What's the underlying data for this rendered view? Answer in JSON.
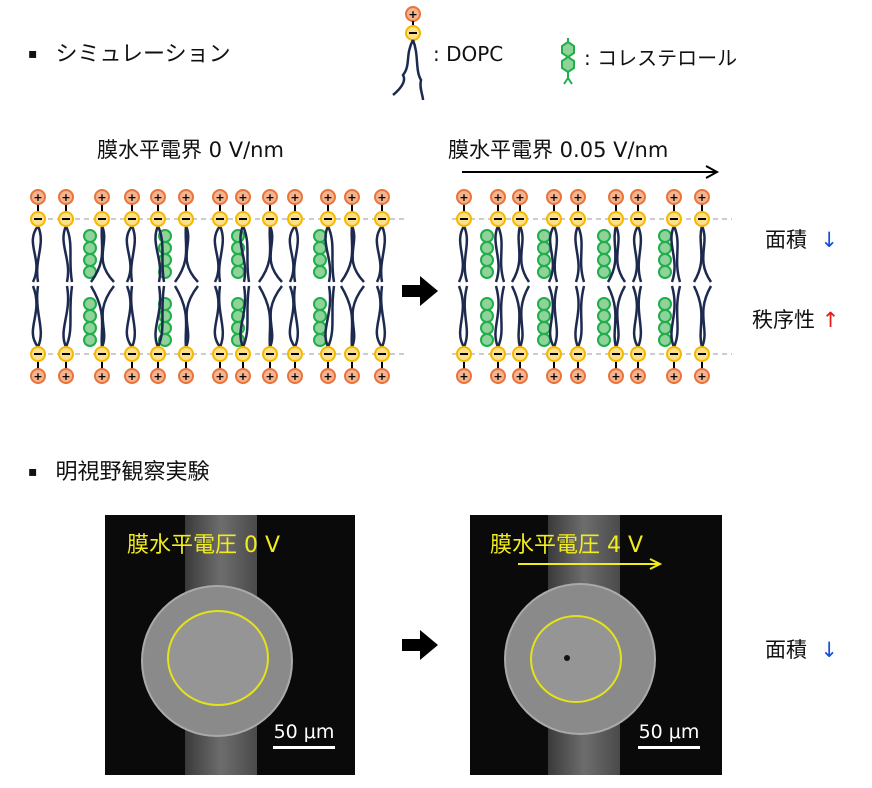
{
  "sections": {
    "simulation": "シミュレーション",
    "brightfield": "明視野観察実験",
    "bullet": "▪"
  },
  "legend": {
    "dopc": ": DOPC",
    "cholesterol": ": コレステロール"
  },
  "simulation": {
    "left_label": "膜水平電界 0 V/nm",
    "right_label": "膜水平電界 0.05 V/nm"
  },
  "results": {
    "area": "面積",
    "area_arrow": "↓",
    "order": "秩序性",
    "order_arrow": "↑",
    "area2": "面積",
    "area2_arrow": "↓"
  },
  "experiment": {
    "left_label": "膜水平電圧 0 V",
    "right_label": "膜水平電圧 4 V",
    "scale_left": "50 μm",
    "scale_right": "50 μm"
  },
  "colors": {
    "tail": "#1d2a4f",
    "chol": "#1fae4a",
    "plus": "#e8743b",
    "minus": "#f5b800",
    "down": "#1a4fd6",
    "up": "#e81919",
    "yellow": "#f2ec1c"
  }
}
